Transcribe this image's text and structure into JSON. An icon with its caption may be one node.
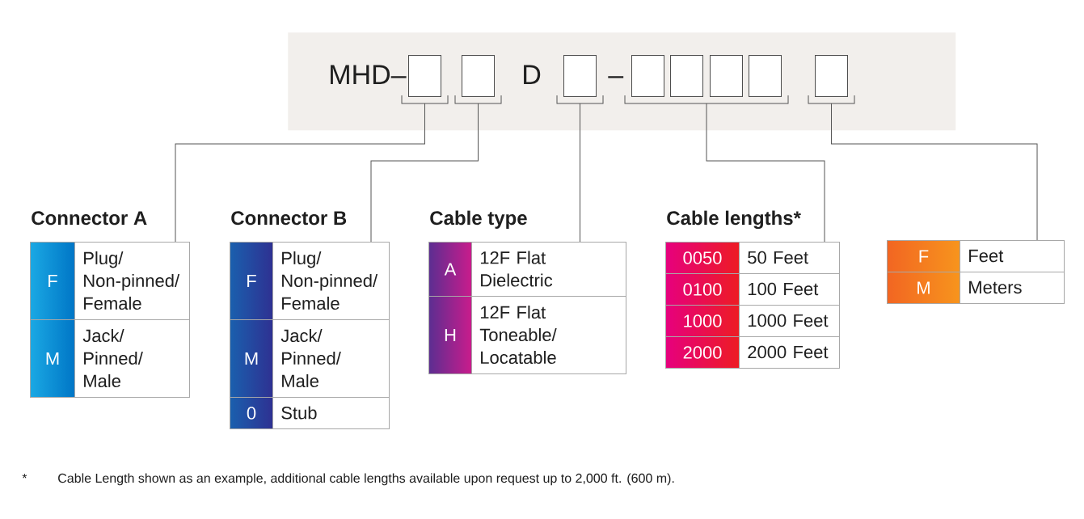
{
  "diagram": {
    "nodes": [
      {
        "text": [
          "MHD–",
          "D",
          "–"
        ]
      },
      {
        "text": [],
        "shape": "box",
        "in": 0
      },
      {
        "text": [],
        "shape": "box",
        "in": 0
      },
      {
        "text": [],
        "shape": "box",
        "in": 0
      },
      {
        "text": [],
        "shape": "box",
        "in": 0
      },
      {
        "text": [],
        "shape": "box",
        "in": 0
      },
      {
        "text": [],
        "shape": "box",
        "in": 0
      },
      {
        "text": [],
        "shape": "box",
        "in": 0
      },
      {
        "text": [],
        "shape": "box",
        "in": 0
      },
      {
        "text": [
          "Connector A"
        ]
      },
      {
        "text": [
          "F",
          "Plug/ Non-pinned/ Female"
        ],
        "in": 9
      },
      {
        "text": [
          "M",
          "Jack/ Pinned/ Male"
        ],
        "in": 9
      },
      {
        "text": [
          "Connector B"
        ]
      },
      {
        "text": [
          "F",
          "Plug/ Non-pinned/ Female"
        ],
        "in": 12
      },
      {
        "text": [
          "M",
          "Jack/ Pinned/ Male"
        ],
        "in": 12
      },
      {
        "text": [
          "0",
          "Stub"
        ],
        "in": 12
      },
      {
        "text": [
          "Cable type"
        ]
      },
      {
        "text": [
          "A",
          "12F Flat Dielectric"
        ],
        "in": 16
      },
      {
        "text": [
          "H",
          "12F Flat Toneable/ Locatable"
        ],
        "in": 16
      },
      {
        "text": [
          "Cable lengths*"
        ]
      },
      {
        "text": [
          "0050",
          "50 Feet"
        ],
        "in": 19
      },
      {
        "text": [
          "0100",
          "100 Feet"
        ],
        "in": 19
      },
      {
        "text": [
          "1000",
          "1000 Feet"
        ],
        "in": 19
      },
      {
        "text": [
          "2000",
          "2000 Feet"
        ],
        "in": 19
      },
      {
        "text": [],
        "shape": "box"
      },
      {
        "text": [
          "F",
          "Feet"
        ],
        "in": 24
      },
      {
        "text": [
          "M",
          "Meters"
        ],
        "in": 24
      }
    ],
    "edges": [
      {
        "from": 1,
        "to": 9,
        "arrow": "none"
      },
      {
        "from": 2,
        "to": 12,
        "arrow": "none"
      },
      {
        "from": 3,
        "to": 16,
        "arrow": "none"
      },
      {
        "from": 4,
        "to": 19,
        "arrow": "none"
      },
      {
        "from": 5,
        "to": 19,
        "arrow": "none"
      },
      {
        "from": 6,
        "to": 19,
        "arrow": "none"
      },
      {
        "from": 7,
        "to": 19,
        "arrow": "none"
      },
      {
        "from": 8,
        "to": 24,
        "arrow": "none"
      }
    ],
    "labels": [
      "*",
      "Cable Length shown as an example, additional cable lengths available upon request up to 2,000 ft. (600 m)."
    ]
  }
}
